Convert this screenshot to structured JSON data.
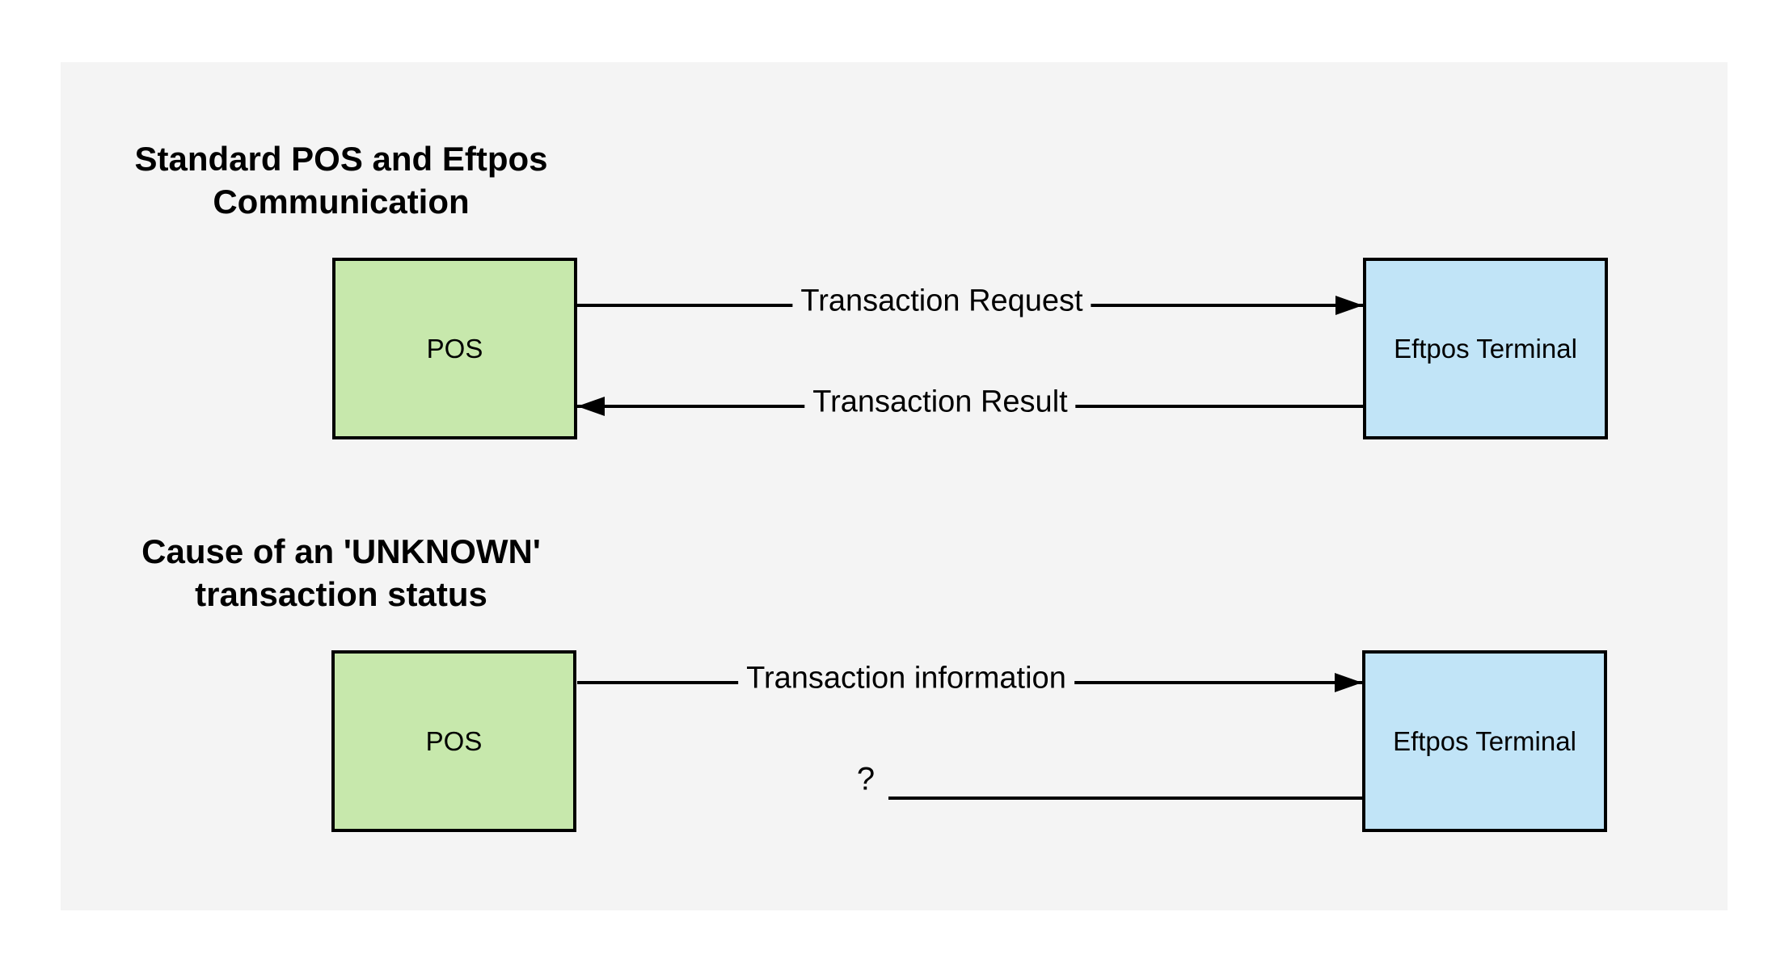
{
  "colors": {
    "canvas_bg": "#f4f4f4",
    "pos_box_fill": "#c7e8ac",
    "terminal_box_fill": "#c1e4f7",
    "line_color": "#000000"
  },
  "section1": {
    "title": "Standard POS and Eftpos\nCommunication",
    "pos_label": "POS",
    "terminal_label": "Eftpos Terminal",
    "request_label": "Transaction Request",
    "result_label": "Transaction Result"
  },
  "section2": {
    "title": "Cause of an 'UNKNOWN'\ntransaction status",
    "pos_label": "POS",
    "terminal_label": "Eftpos Terminal",
    "info_label": "Transaction information",
    "question_label": "?"
  }
}
